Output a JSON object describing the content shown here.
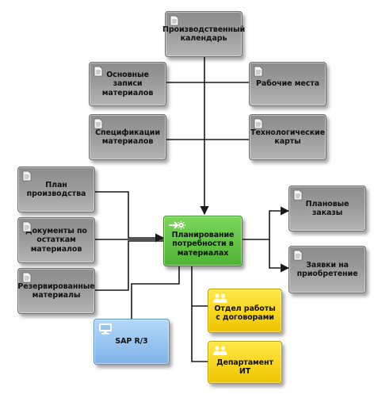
{
  "diagram": {
    "nodes": {
      "calendar": "Производственный календарь",
      "material_records": "Основные записи материалов",
      "workplaces": "Рабочие места",
      "specifications": "Спецификации материалов",
      "tech_cards": "Технологические карты",
      "production_plan": "План производства",
      "stock_documents": "Документы по остаткам материалов",
      "reserved_materials": "Резервированные материалы",
      "planning": "Планирование потребности в материалах",
      "planned_orders": "Плановые заказы",
      "purchase_requests": "Заявки на приобретение",
      "contracts_dept": "Отдел работы с договорами",
      "it_dept": "Департамент ИТ",
      "sap": "SAP R/3"
    },
    "icons": {
      "document": "document-icon",
      "planning": "gear-arrow-icon",
      "people": "people-icon",
      "computer": "computer-icon"
    },
    "colors": {
      "gray": "#9a9a9a",
      "green": "#64c646",
      "yellow": "#f7d51d",
      "blue": "#96c4ef",
      "line": "#1a1a1a"
    }
  }
}
